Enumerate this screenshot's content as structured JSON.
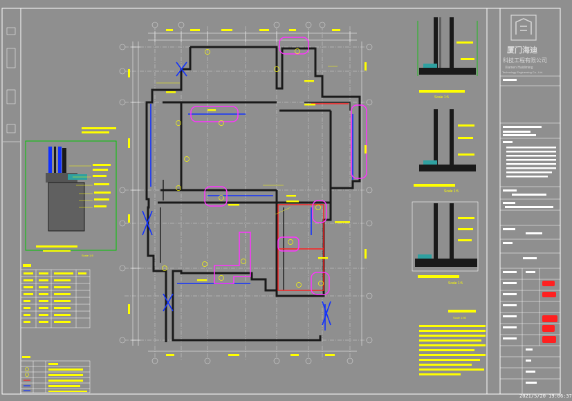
{
  "colors": {
    "background": "#8f8f8f",
    "frame": "#ffffff",
    "wall": "#1a1a1a",
    "annotation": "#ffff00",
    "axis": "#d6d6d6",
    "detail_frame": "#00c800",
    "highlight": "#ff33ff",
    "blue_line": "#1030ff",
    "red_line": "#ff2020",
    "logo_text": "#d9d9d9"
  },
  "titleblock": {
    "company_name_cn": "厦门海迪",
    "company_subtitle_cn": "科技工程有限公司",
    "company_name_en": "Xiamen Haidiming",
    "company_subtitle_en": "Technology Engineering Co., Ltd.",
    "logo_icon": "building-logo-icon",
    "scale_1": "Scale 1:5",
    "scale_2": "Scale 1:5",
    "scale_3": "Scale 1:5",
    "plan_title_scale": "Scale 1:50",
    "detail_scale": "Scale 1:5"
  },
  "timestamp": "2021/5/20 19:06:37"
}
